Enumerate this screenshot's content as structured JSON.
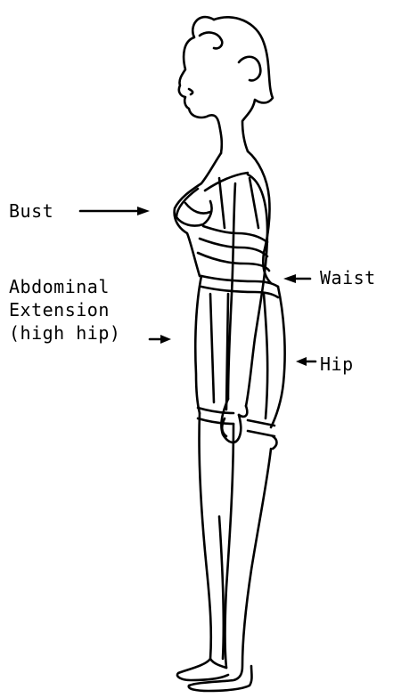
{
  "figure": {
    "subject": "female figure in profile wearing foundation garments"
  },
  "labels": {
    "bust": "Bust",
    "waist": "Waist",
    "hip": "Hip",
    "abdominal_line1": "Abdominal",
    "abdominal_line2": "Extension",
    "abdominal_line3": "(high hip)"
  },
  "colors": {
    "ink": "#000000",
    "background": "#ffffff"
  }
}
